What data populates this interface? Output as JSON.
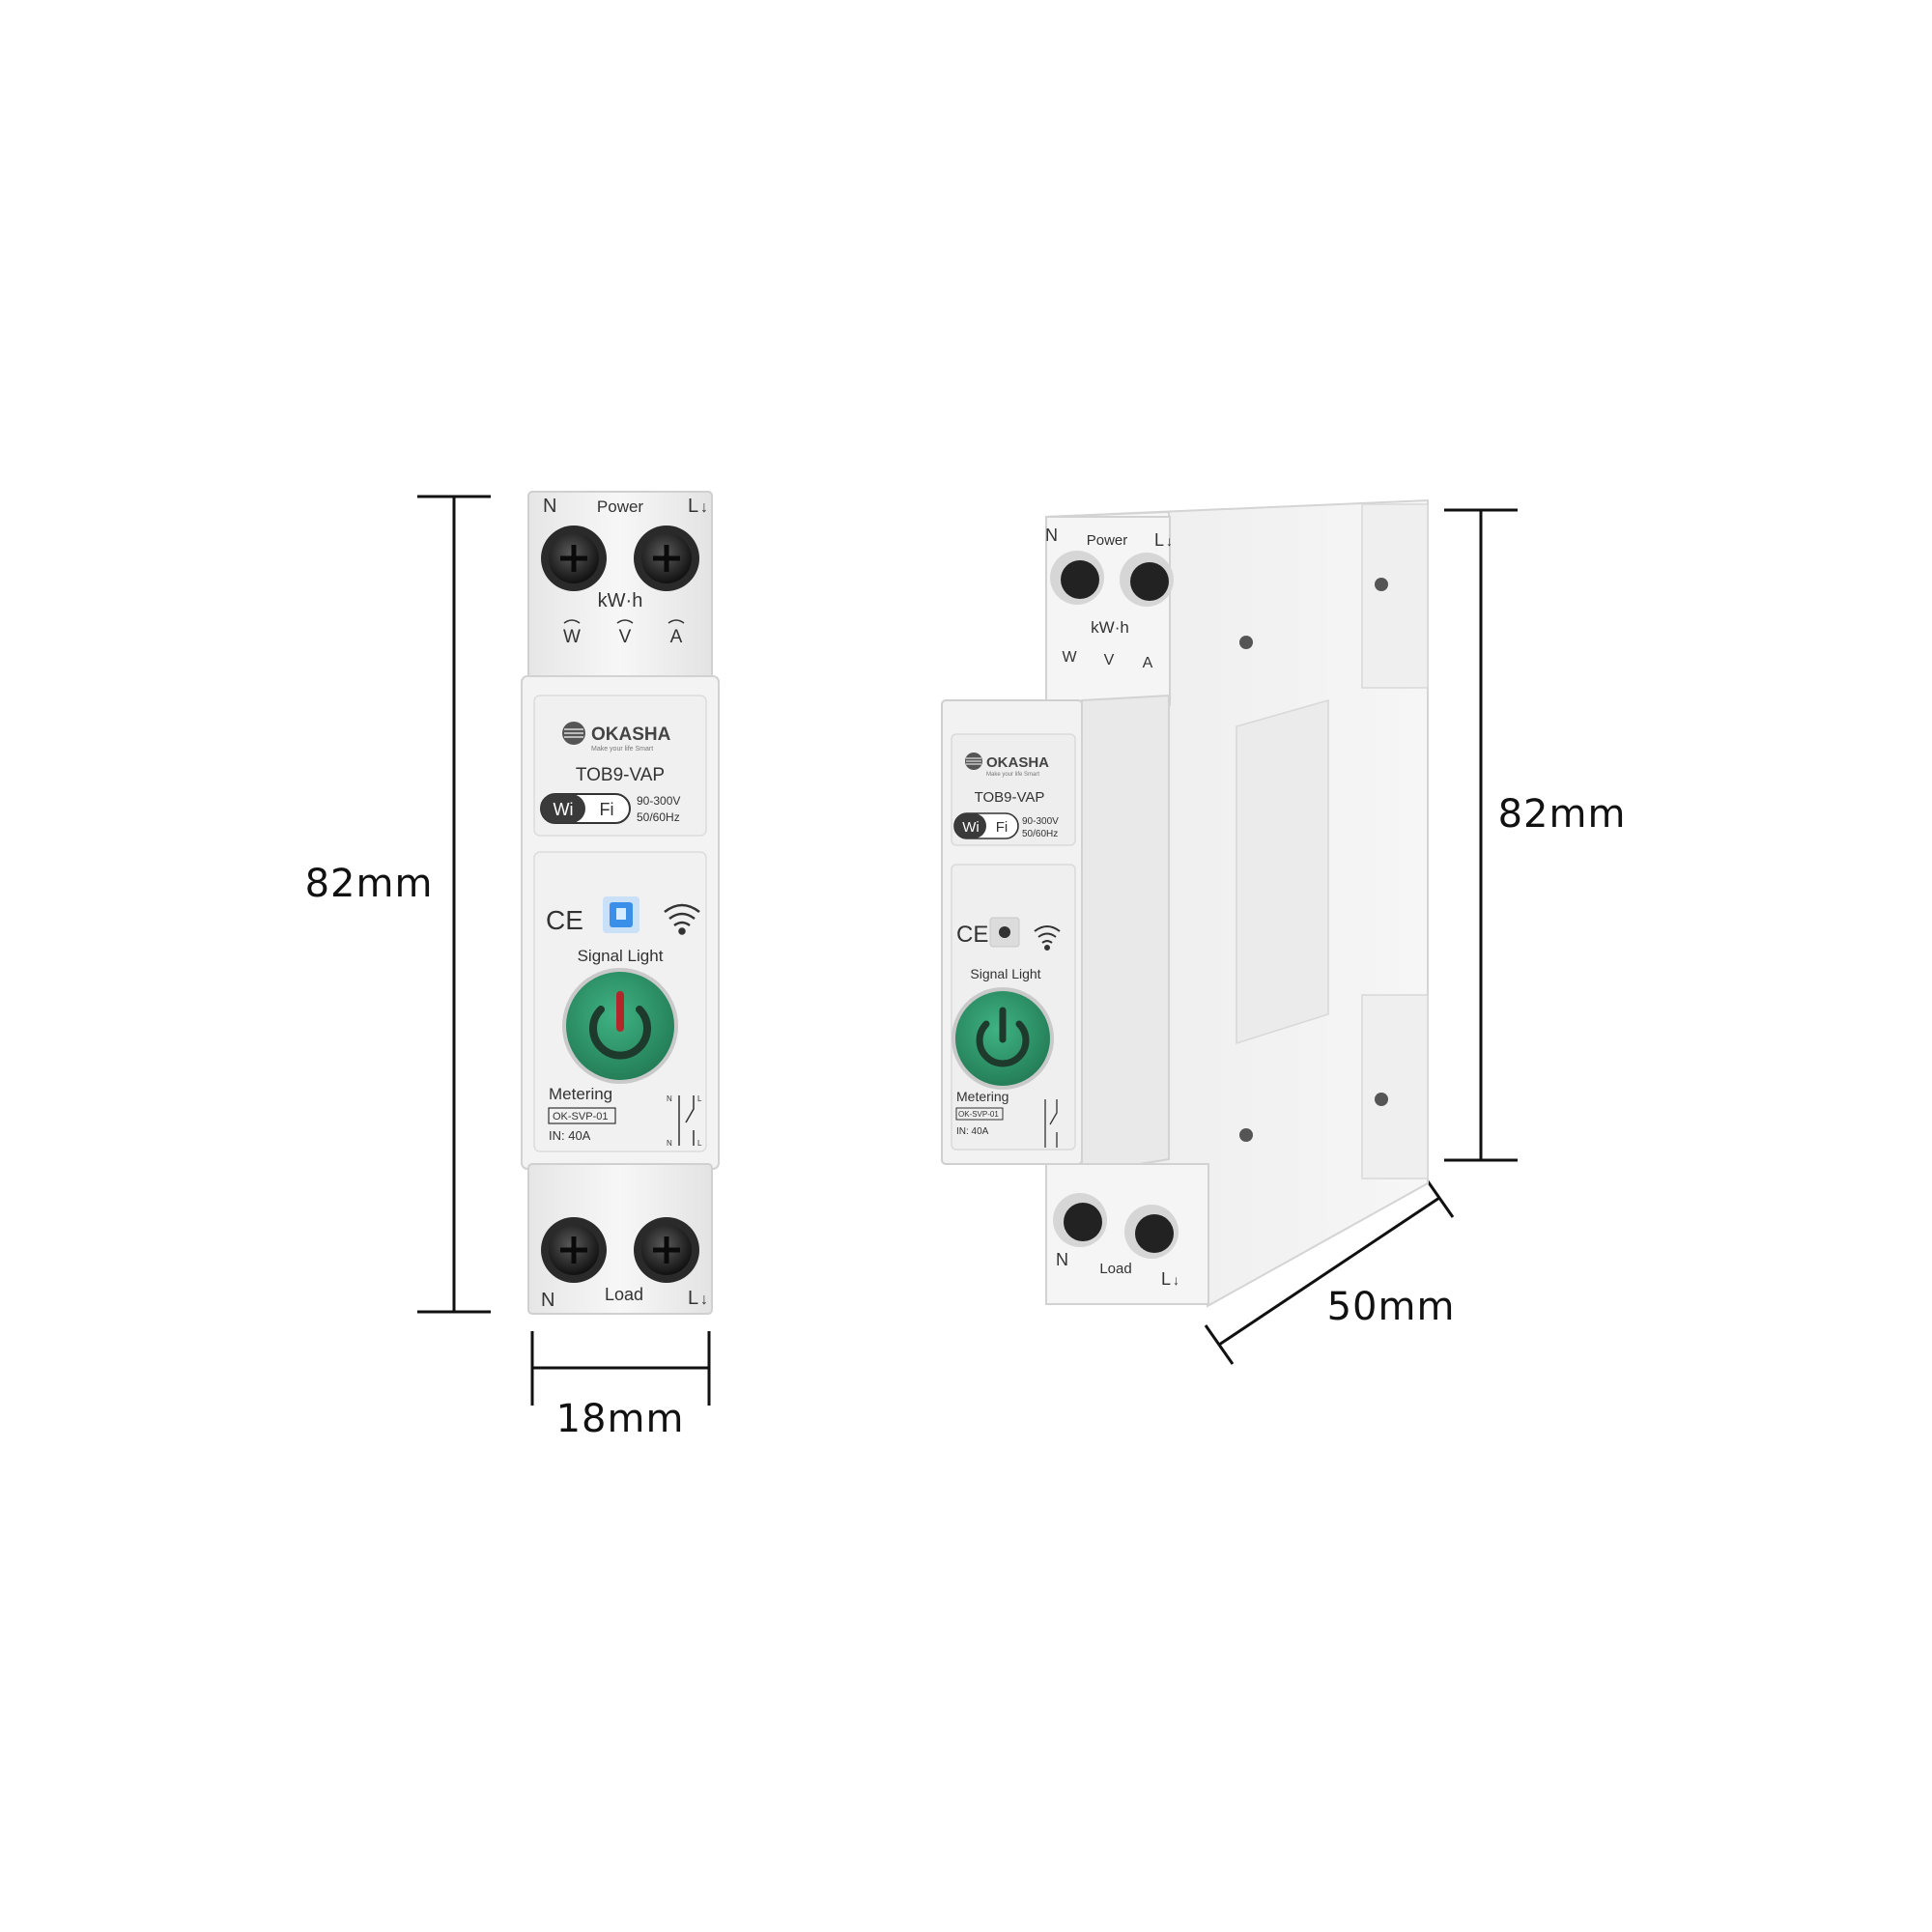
{
  "dimensions": {
    "front_height": "82mm",
    "front_width": "18mm",
    "side_height": "82mm",
    "side_depth": "50mm"
  },
  "front_device": {
    "top_labels": {
      "n": "N",
      "power": "Power",
      "l": "L"
    },
    "meter_labels": {
      "kwh": "kW·h",
      "w": "W",
      "v": "V",
      "a": "A"
    },
    "brand": "OKASHA",
    "tagline": "Make your life Smart",
    "model": "TOB9-VAP",
    "wifi_wi": "Wi",
    "wifi_fi": "Fi",
    "voltage": "90-300V",
    "frequency": "50/60Hz",
    "ce": "CE",
    "signal_light": "Signal Light",
    "metering": "Metering",
    "code": "OK-SVP-01",
    "rating": "IN: 40A",
    "bottom_labels": {
      "n": "N",
      "load": "Load",
      "l": "L"
    },
    "wiring": {
      "n_top": "N",
      "l_top": "L",
      "n_bottom": "N",
      "l_bottom": "L"
    }
  },
  "side_device": {
    "top_labels": {
      "n": "N",
      "power": "Power",
      "l": "L"
    },
    "meter_labels": {
      "kwh": "kW·h",
      "w": "W",
      "v": "V",
      "a": "A"
    },
    "brand": "OKASHA",
    "tagline": "Make your life Smart",
    "model": "TOB9-VAP",
    "wifi_wi": "Wi",
    "wifi_fi": "Fi",
    "voltage": "90-300V",
    "frequency": "50/60Hz",
    "ce": "CE",
    "signal_light": "Signal Light",
    "metering": "Metering",
    "code": "OK-SVP-01",
    "rating": "IN: 40A",
    "bottom_labels": {
      "n": "N",
      "load": "Load",
      "l": "L"
    }
  },
  "colors": {
    "body": "#f4f4f4",
    "panel": "#ececec",
    "button": "#2f9a6c",
    "button_ring": "#1f6e4b",
    "led": "#3a8fe8"
  }
}
